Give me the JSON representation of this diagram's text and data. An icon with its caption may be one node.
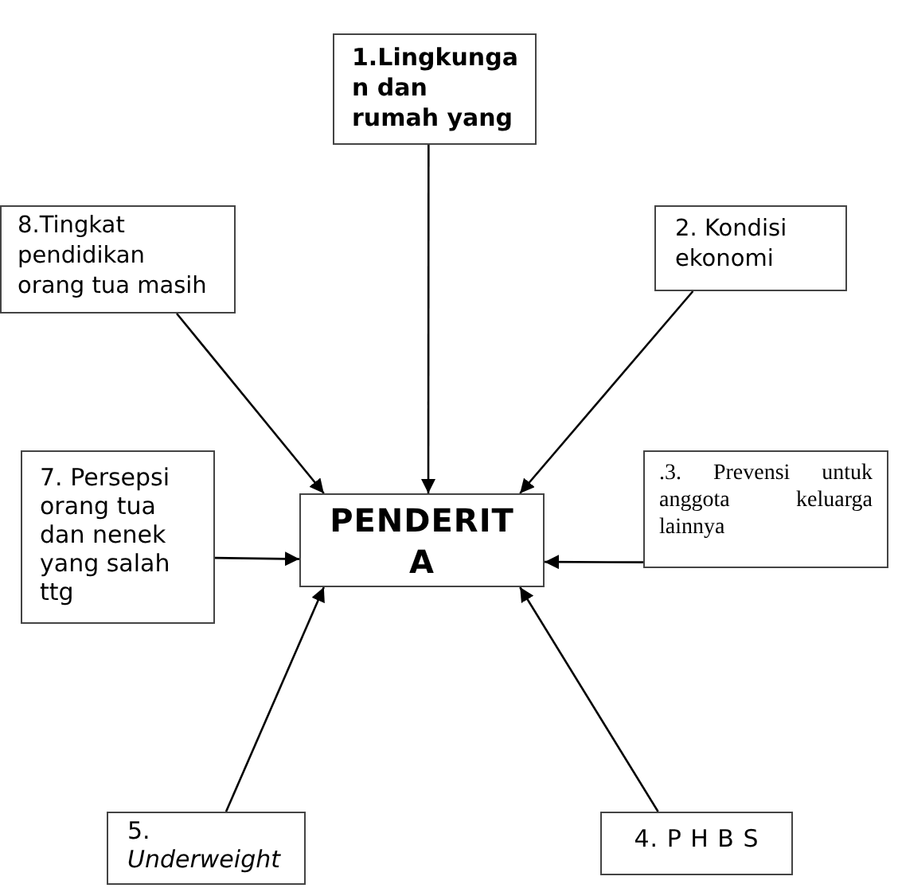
{
  "diagram": {
    "nodes": [
      {
        "text": [
          "1.Lingkungan dan rumah yang"
        ]
      },
      {
        "text": [
          "8.Tingkat pendidikan orang tua masih"
        ]
      },
      {
        "text": [
          "2. Kondisi ekonomi"
        ]
      },
      {
        "text": [
          "7. Persepsi orang tua dan nenek yang salah ttg"
        ]
      },
      {
        "text": [
          "PENDERITA"
        ]
      },
      {
        "text": [
          ".3. Prevensi untuk anggota keluarga lainnya"
        ]
      },
      {
        "text": [
          "5. *Underweight*"
        ]
      },
      {
        "text": [
          "4. P H B S"
        ]
      }
    ],
    "edges": [
      {
        "from": 0,
        "to": 4,
        "arrow": "to"
      },
      {
        "from": 2,
        "to": 4,
        "arrow": "to"
      },
      {
        "from": 1,
        "to": 4,
        "arrow": "to"
      },
      {
        "from": 3,
        "to": 4,
        "arrow": "to"
      },
      {
        "from": 5,
        "to": 4,
        "arrow": "to"
      },
      {
        "from": 6,
        "to": 4,
        "arrow": "to"
      },
      {
        "from": 7,
        "to": 4,
        "arrow": "to"
      }
    ]
  }
}
